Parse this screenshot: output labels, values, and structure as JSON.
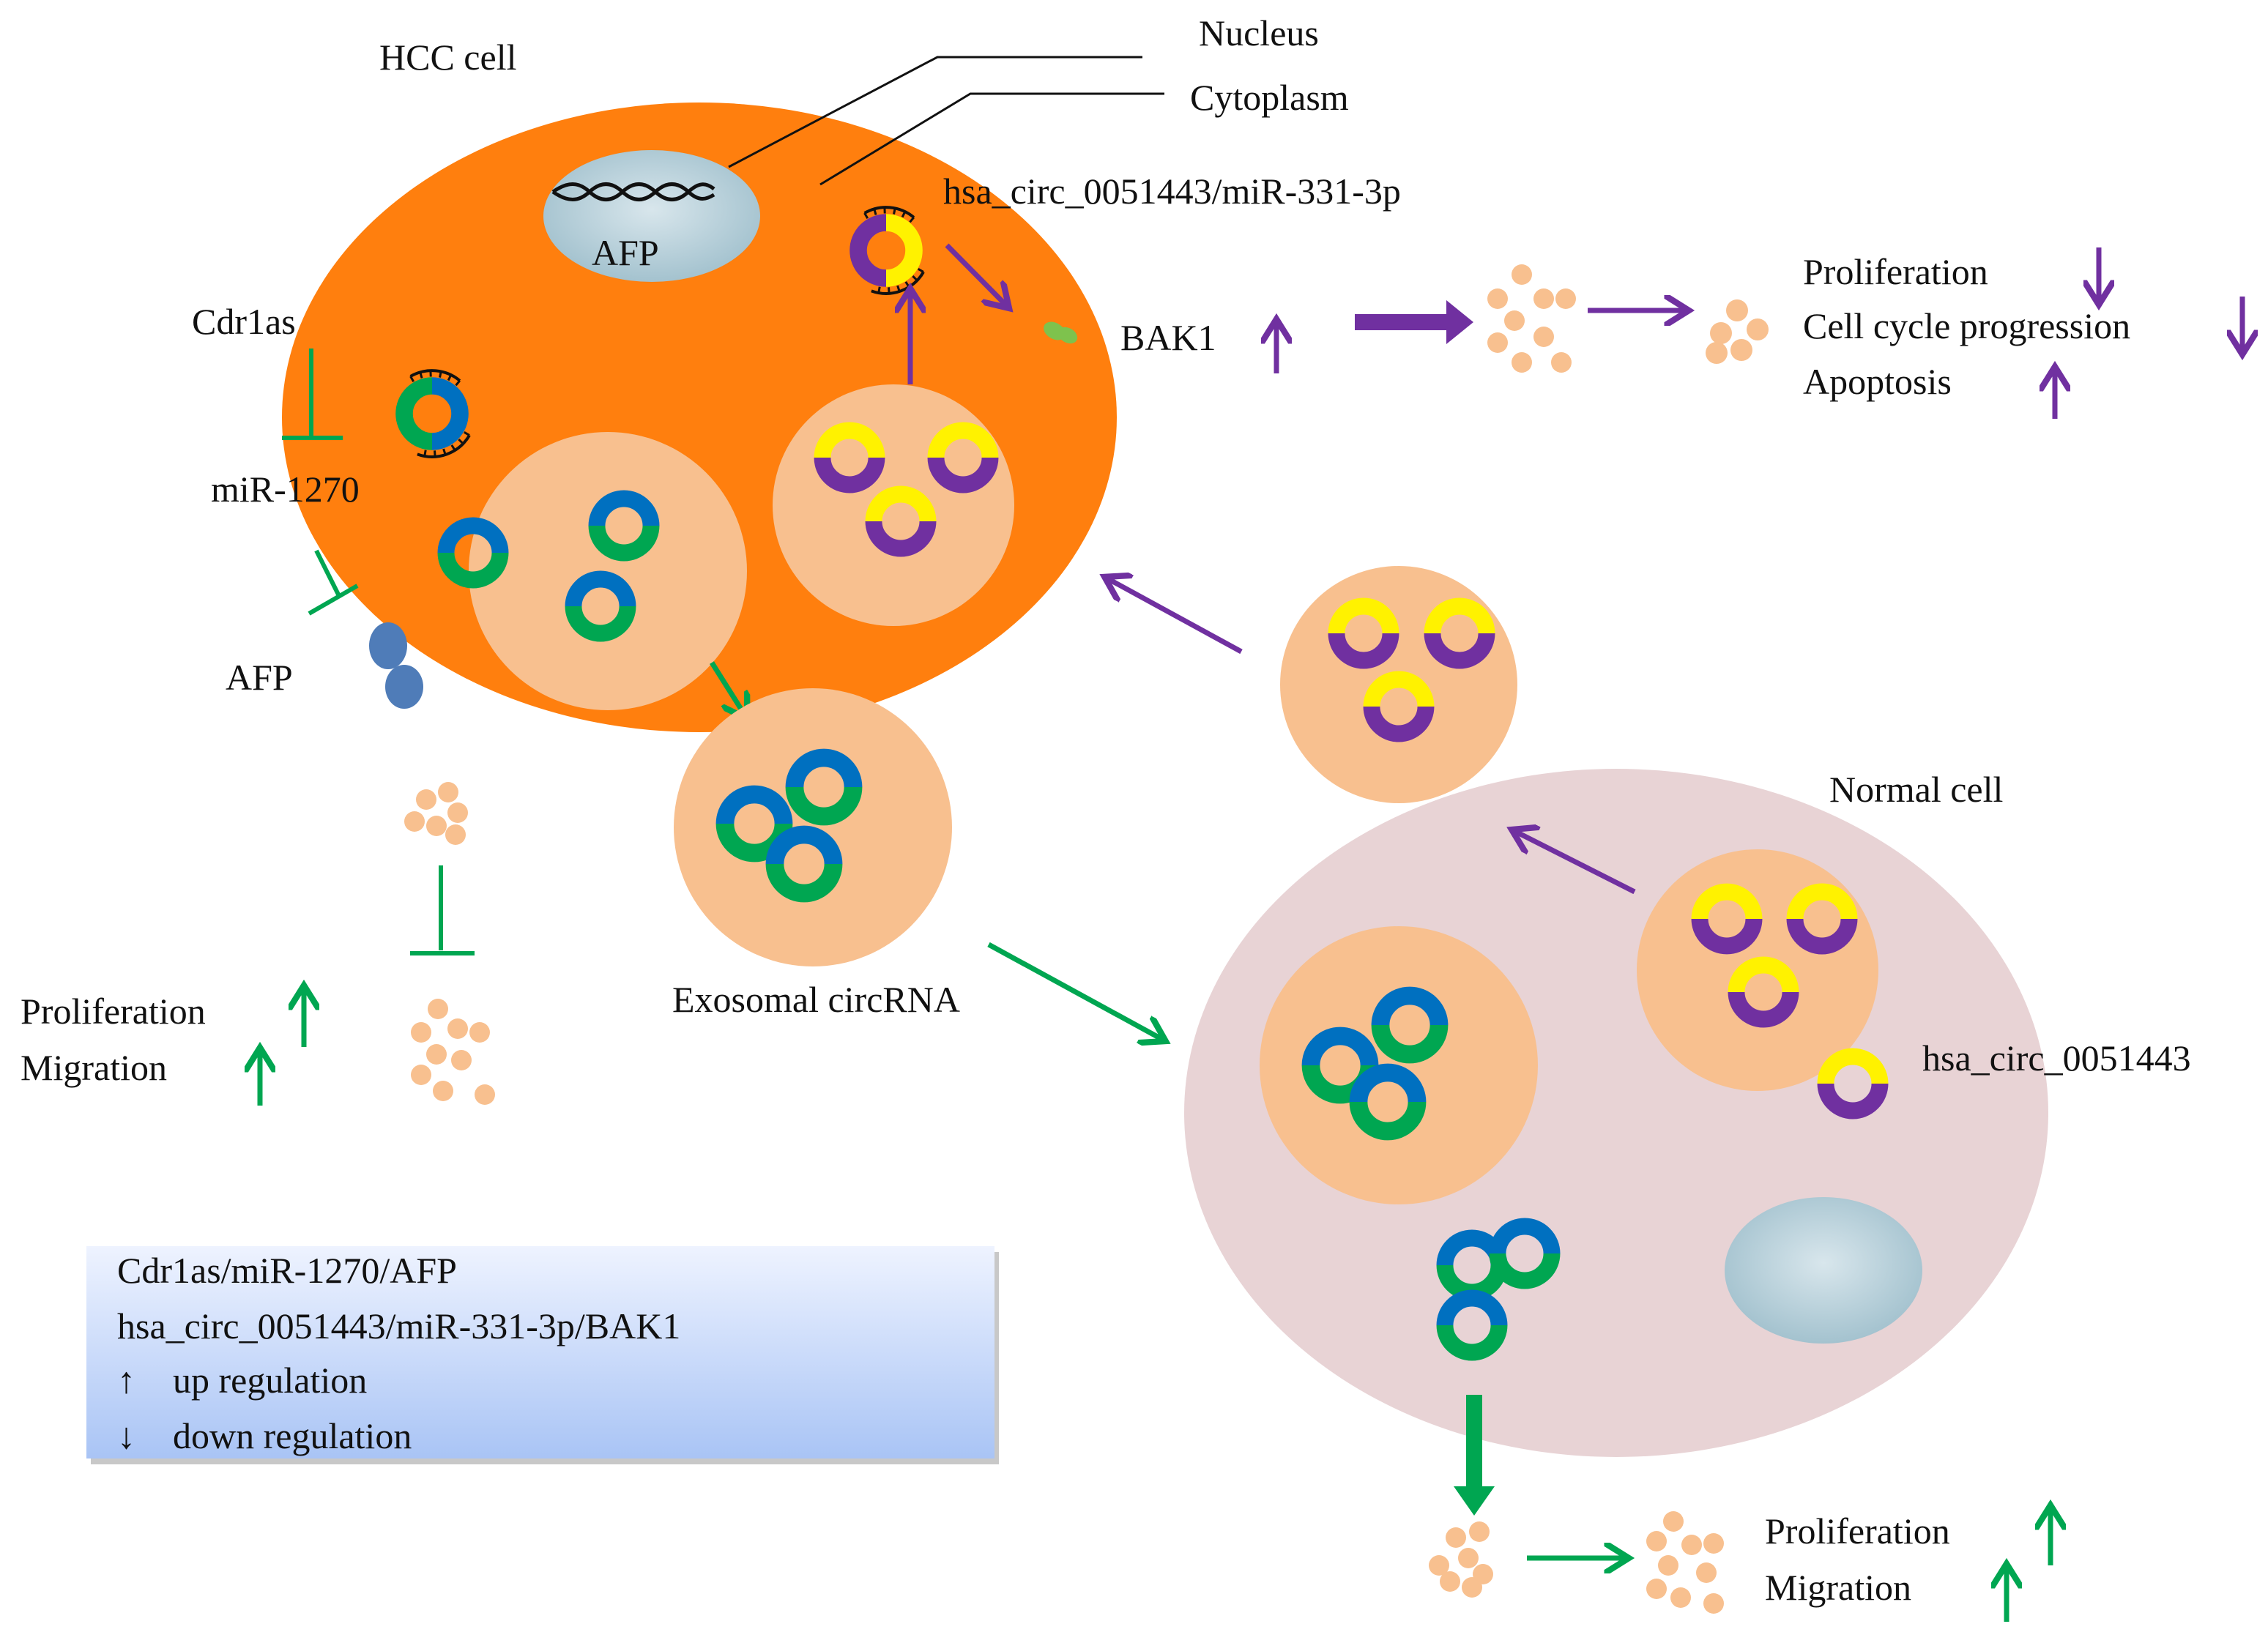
{
  "labels": {
    "hcc_cell": "HCC cell",
    "nucleus": "Nucleus",
    "cytoplasm": "Cytoplasm",
    "afp_nucleus": "AFP",
    "axis_331": "hsa_circ_0051443/miR-331-3p",
    "bak1": "BAK1",
    "cdr1as": "Cdr1as",
    "mir1270": "miR-1270",
    "afp_protein": "AFP",
    "exosomal_circrna": "Exosomal circRNA",
    "normal_cell": "Normal cell",
    "hsa_circ": "hsa_circ_0051443"
  },
  "effects_top": {
    "proliferation": "Proliferation",
    "cell_cycle": "Cell cycle progression",
    "apoptosis": "Apoptosis"
  },
  "effects_left": {
    "proliferation": "Proliferation",
    "migration": "Migration"
  },
  "effects_bottom": {
    "proliferation": "Proliferation",
    "migration": "Migration"
  },
  "legend": {
    "line1": "Cdr1as/miR-1270/AFP",
    "line2": "hsa_circ_0051443/miR-331-3p/BAK1",
    "up_symbol": "↑",
    "up_label": "up regulation",
    "down_symbol": "↓",
    "down_label": "down regulation"
  },
  "colors": {
    "hcc_cell": "#FF7F0E",
    "vesicle": "#F8C08F",
    "normal_cell": "#E8D3D5",
    "nucleus": "#A9C8D4",
    "purple": "#7030A0",
    "green": "#00A651",
    "blue": "#0070C0",
    "yellow": "#FFF200",
    "afp_blue": "#4F7CB8"
  }
}
